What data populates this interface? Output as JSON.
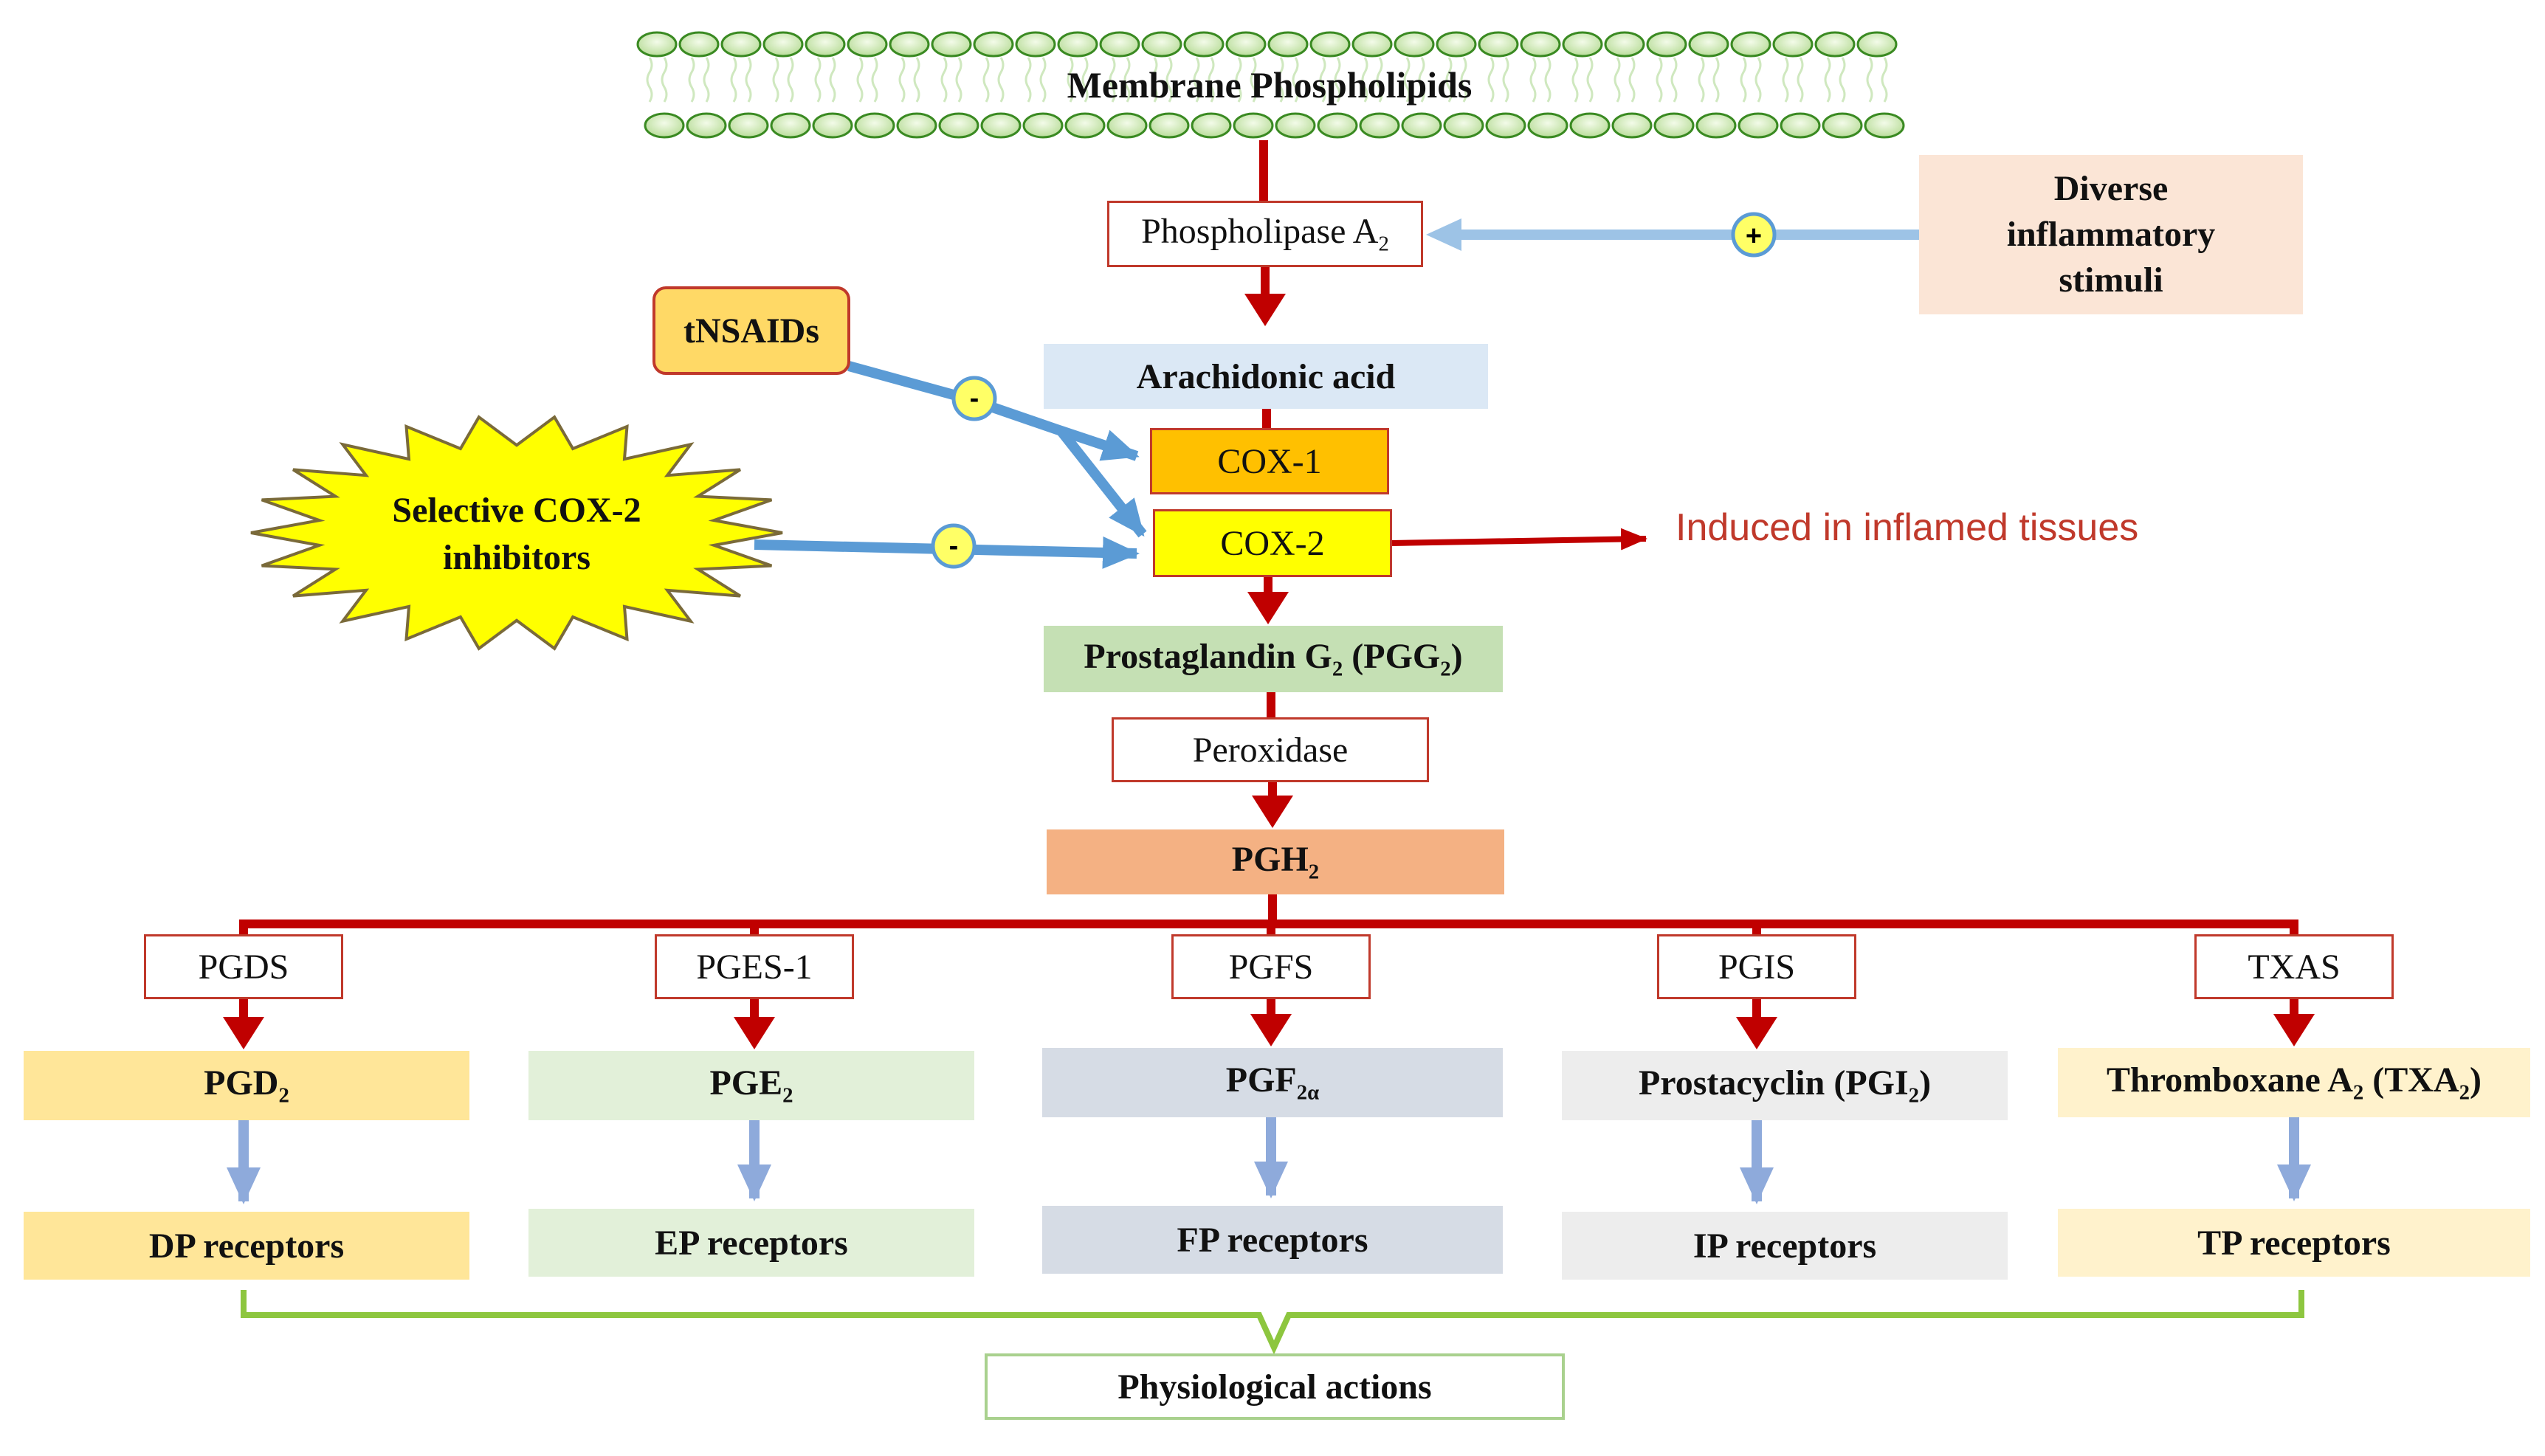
{
  "membrane": {
    "label": "Membrane Phospholipids"
  },
  "enzyme_pla2": {
    "label": "Phospholipase A",
    "sub": "2"
  },
  "stimuli": {
    "line1": "Diverse",
    "line2": "inflammatory",
    "line3": "stimuli",
    "sign": "+"
  },
  "tnsaids": {
    "label": "tNSAIDs",
    "sign": "-"
  },
  "cox2_inhibitors": {
    "line1": "Selective COX-2",
    "line2": "inhibitors",
    "sign": "-"
  },
  "arachidonic": {
    "label": "Arachidonic acid"
  },
  "cox1": {
    "label": "COX-1"
  },
  "cox2": {
    "label": "COX-2"
  },
  "induced": {
    "label": "Induced in inflamed tissues"
  },
  "pgg2": {
    "pre": "Prostaglandin G",
    "sub1": "2",
    "mid": " (PGG",
    "sub2": "2",
    "post": ")"
  },
  "peroxidase": {
    "label": "Peroxidase"
  },
  "pgh2": {
    "pre": "PGH",
    "sub": "2"
  },
  "branches": [
    {
      "enzyme": "PGDS",
      "product_pre": "PGD",
      "product_sub": "2",
      "product_post": "",
      "receptor": "DP receptors"
    },
    {
      "enzyme": "PGES-1",
      "product_pre": "PGE",
      "product_sub": "2",
      "product_post": "",
      "receptor": "EP receptors"
    },
    {
      "enzyme": "PGFS",
      "product_pre": "PGF",
      "product_sub": "2α",
      "product_post": "",
      "receptor": "FP receptors"
    },
    {
      "enzyme": "PGIS",
      "product_pre": "Prostacyclin (PGI",
      "product_sub": "2",
      "product_post": ")",
      "receptor": "IP receptors"
    },
    {
      "enzyme": "TXAS",
      "product_pre": "Thromboxane A",
      "product_sub": "2",
      "product_post": " (TXA",
      "product_sub2": "2",
      "product_post2": ")",
      "receptor": "TP receptors"
    }
  ],
  "physiological": {
    "label": "Physiological actions"
  },
  "colors": {
    "red_arrow": "#c00000",
    "blue_arrow": "#5b9bd5",
    "light_blue_arrow": "#8eaadb",
    "green_bracket": "#8dc63f",
    "cox1_fill": "#ffc000",
    "cox2_fill": "#ffff00",
    "arachidonic_fill": "#dbe8f5",
    "pgg2_fill": "#c5e0b4",
    "pgh2_fill": "#f4b183",
    "stimuli_fill": "#fbe5d6",
    "tnsaids_fill": "#ffd966",
    "pgd2_fill": "#ffe699",
    "pge2_fill": "#e2f0d9",
    "pgf_fill": "#d6dce5",
    "pgi2_fill": "#ededed",
    "txa2_fill": "#fff2cc",
    "membrane_green": "#3a8a22"
  }
}
